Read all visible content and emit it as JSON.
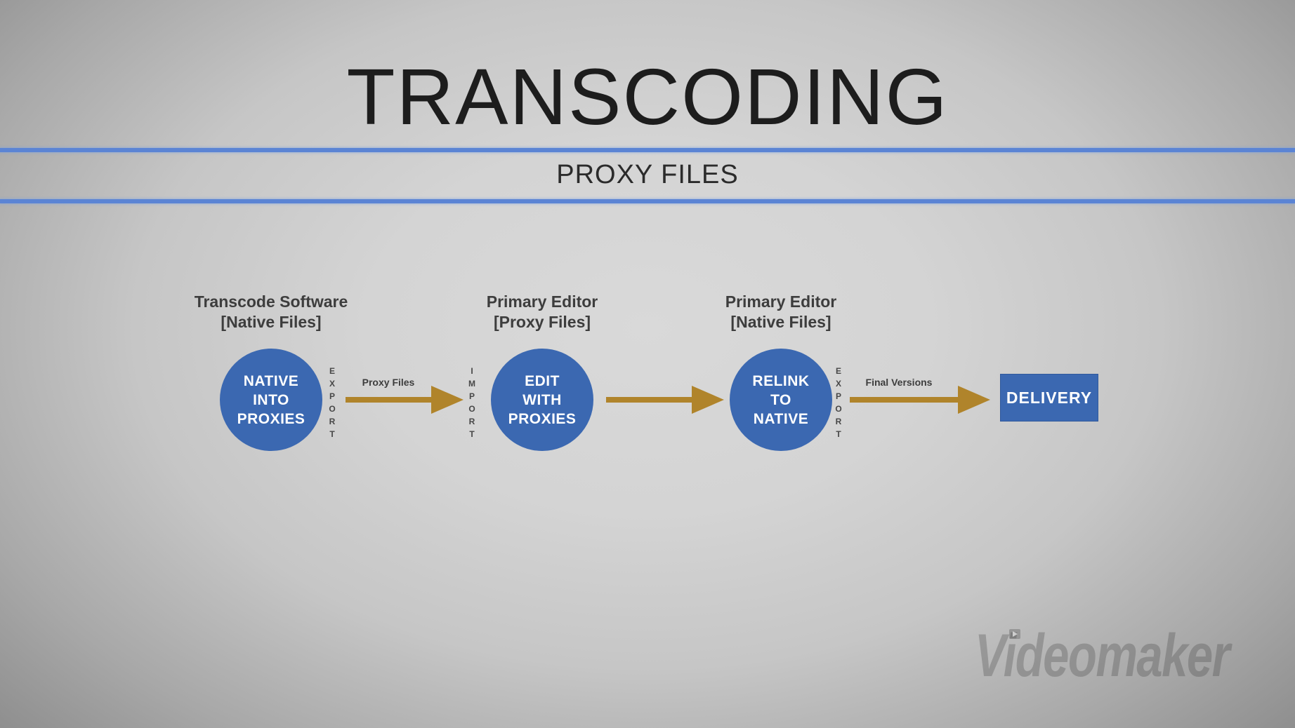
{
  "slide": {
    "title": "TRANSCODING",
    "subtitle": "PROXY FILES",
    "watermark": "Videomaker"
  },
  "colors": {
    "background_center": "#d9d9d9",
    "background_edge": "#878787",
    "divider_blue": "#5b84d4",
    "node_blue": "#3b68b1",
    "arrow_gold": "#b0842b",
    "title_text": "#1d1d1d",
    "label_text": "#3d3d3d",
    "node_text": "#ffffff"
  },
  "diagram": {
    "nodes": [
      {
        "title_line1": "Transcode Software",
        "title_line2": "[Native Files]",
        "circle_lines": [
          "NATIVE",
          "INTO",
          "PROXIES"
        ],
        "port_out": "EXPORT"
      },
      {
        "title_line1": "Primary Editor",
        "title_line2": "[Proxy Files]",
        "circle_lines": [
          "EDIT",
          "WITH",
          "PROXIES"
        ],
        "port_in": "IMPORT"
      },
      {
        "title_line1": "Primary Editor",
        "title_line2": "[Native Files]",
        "circle_lines": [
          "RELINK",
          "TO",
          "NATIVE"
        ],
        "port_out": "EXPORT"
      }
    ],
    "arrows": [
      {
        "label": "Proxy Files"
      },
      {
        "label": ""
      },
      {
        "label": "Final Versions"
      }
    ],
    "delivery_label": "DELIVERY"
  }
}
